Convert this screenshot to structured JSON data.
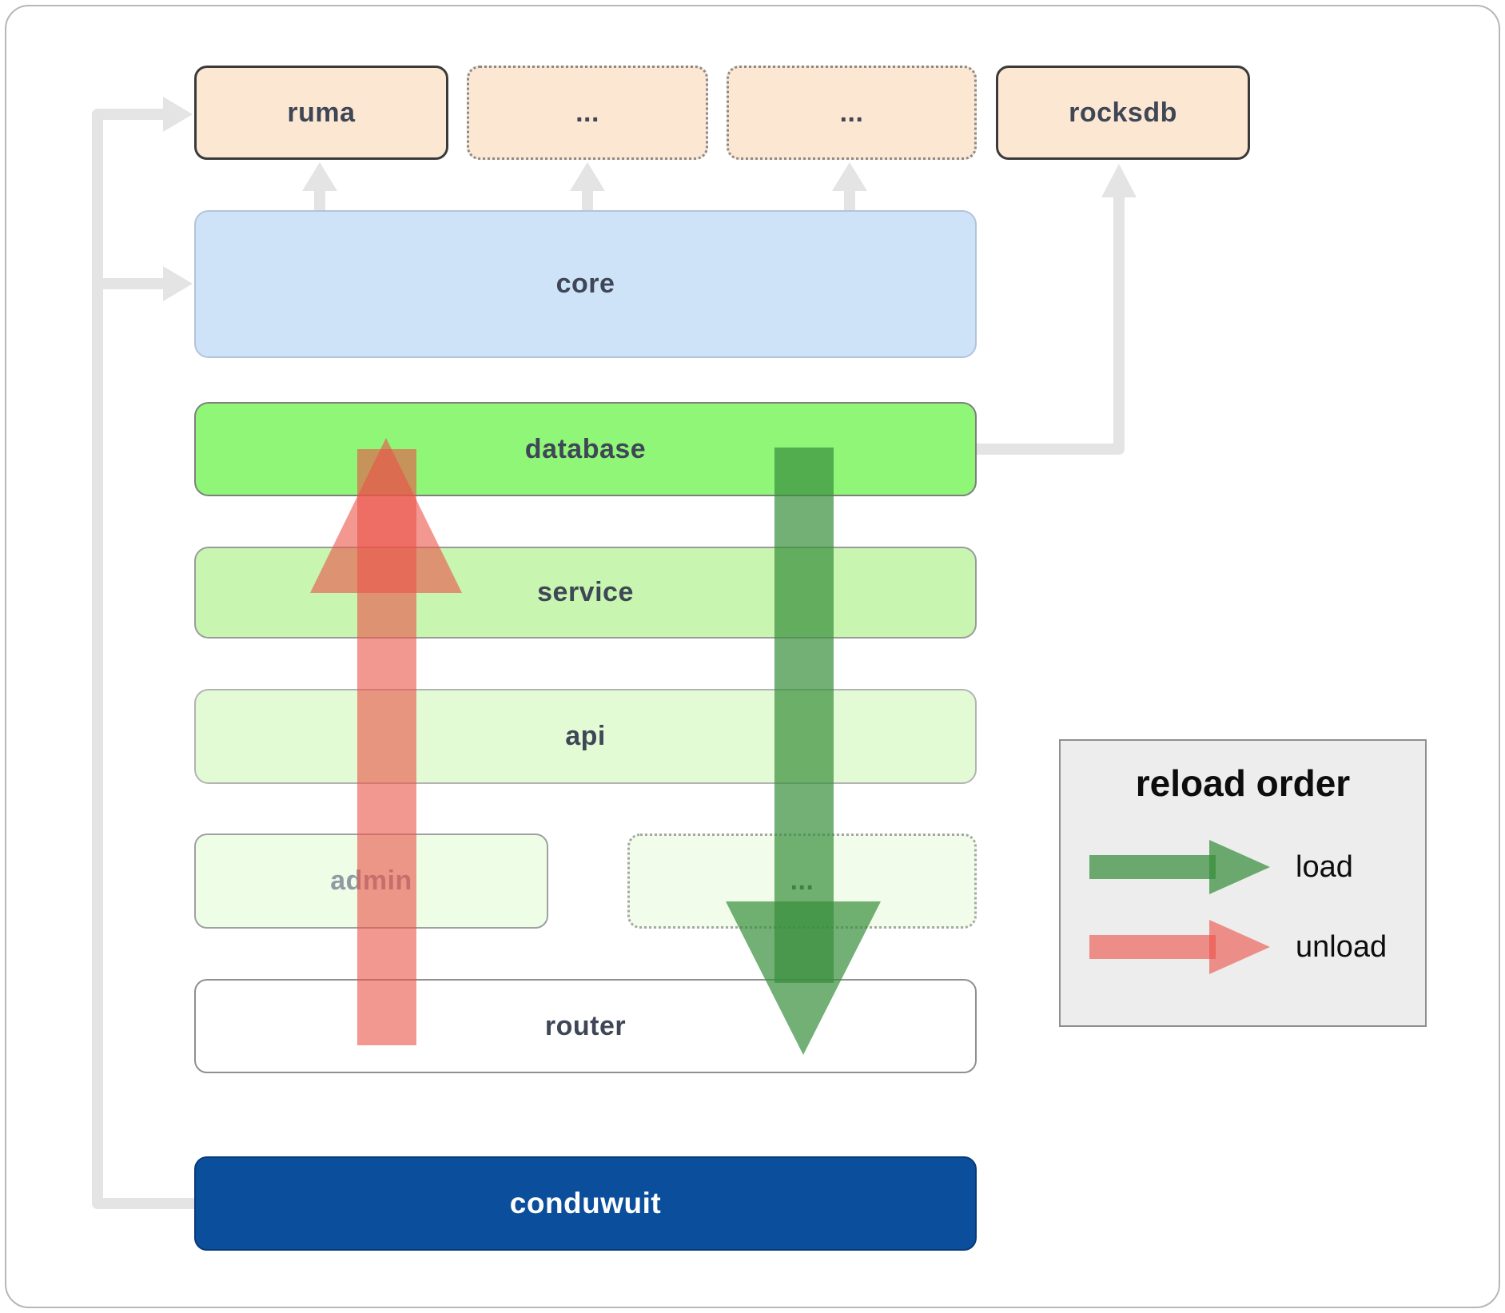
{
  "boxes": {
    "ruma": "ruma",
    "ext1": "...",
    "ext2": "...",
    "rocksdb": "rocksdb",
    "core": "core",
    "database": "database",
    "service": "service",
    "api": "api",
    "admin": "admin",
    "admin_ext": "...",
    "router": "router",
    "conduwuit": "conduwuit"
  },
  "legend": {
    "title": "reload order",
    "load_label": "load",
    "unload_label": "unload"
  },
  "colors": {
    "peach": "#fce7d3",
    "core_blue": "#cfe3f8",
    "database_green": "#8ff678",
    "service_green": "#c8f5b0",
    "api_green": "#e3fbd4",
    "admin_green": "#eefde5",
    "conduwuit_blue": "#0b4f9c",
    "load_arrow_green": "#388e3c",
    "unload_arrow_red": "#eb5248",
    "connector_gray": "#e4e4e4"
  }
}
